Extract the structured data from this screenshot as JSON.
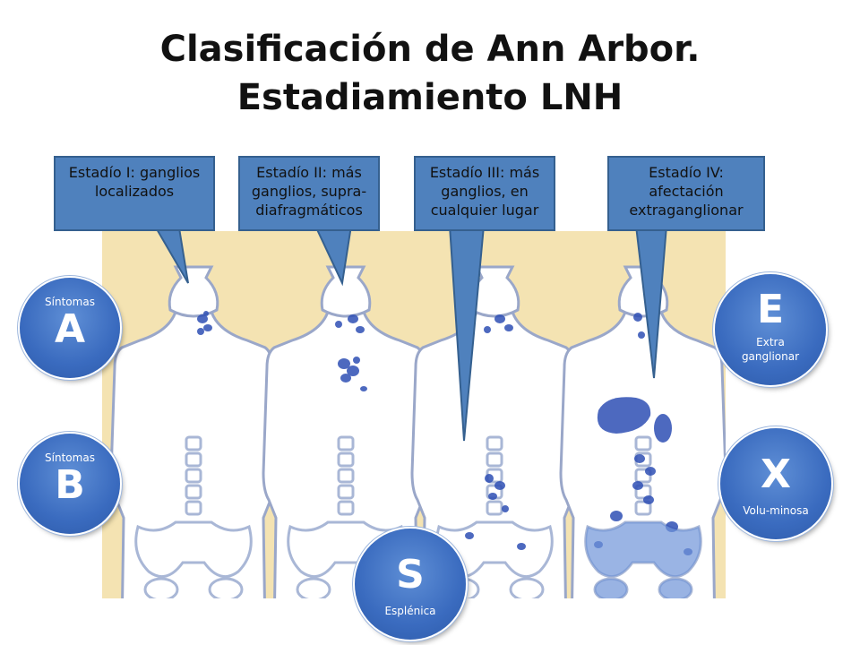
{
  "title": {
    "line1": "Clasificación de Ann Arbor.",
    "line2": "Estadiamiento LNH"
  },
  "callouts": [
    {
      "lines": [
        "Estadío I: ganglios",
        "localizados"
      ]
    },
    {
      "lines": [
        "Estadío II: más",
        "ganglios, supra-",
        "diafragmáticos"
      ]
    },
    {
      "lines": [
        "Estadío III: más",
        "ganglios, en",
        "cualquier lugar"
      ]
    },
    {
      "lines": [
        "Estadío IV:",
        "afectación",
        "extraganglionar"
      ]
    }
  ],
  "badges": {
    "a": {
      "top": "Síntomas",
      "letter": "A"
    },
    "b": {
      "top": "Síntomas",
      "letter": "B"
    },
    "e": {
      "letter": "E",
      "bottom_line1": "Extra",
      "bottom_line2": "ganglionar"
    },
    "x": {
      "letter": "X",
      "bottom": "Volu-minosa"
    },
    "s": {
      "letter": "S",
      "bottom": "Esplénica"
    }
  },
  "colors": {
    "callout_fill": "#4f81bd",
    "badge_fill": "#3a6bbf",
    "node_blue": "#2f4fb5",
    "figure_bg": "#f4e3b2"
  }
}
